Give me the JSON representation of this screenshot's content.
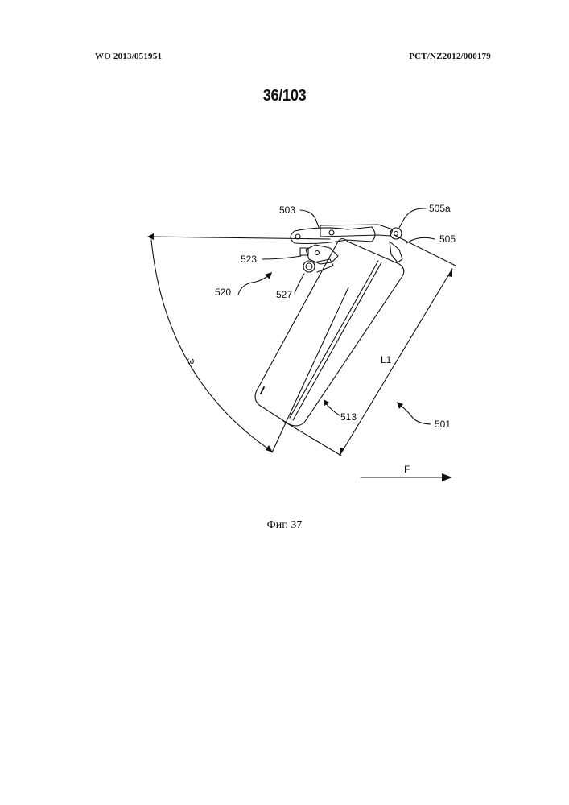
{
  "header": {
    "left": "WO 2013/051951",
    "right": "PCT/NZ2012/000179"
  },
  "sheet_number": "36/103",
  "figure": {
    "caption": "Фиг. 37",
    "labels": {
      "l503": "503",
      "l505a": "505a",
      "l505": "505",
      "l523": "523",
      "l520": "520",
      "l527": "527",
      "lomega": "ω",
      "lL1": "L1",
      "l513": "513",
      "l501": "501",
      "lF": "F"
    }
  },
  "colors": {
    "ink": "#111111",
    "paper": "#ffffff"
  }
}
